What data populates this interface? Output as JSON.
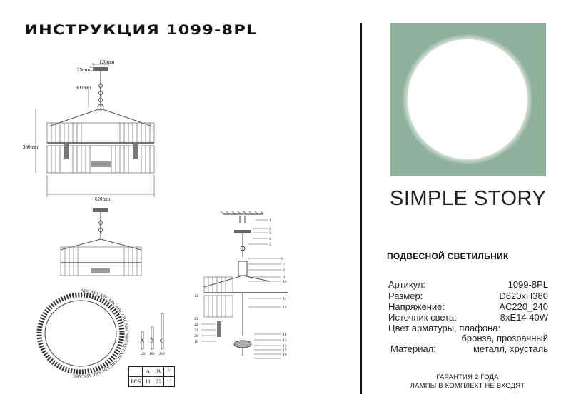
{
  "title": "ИНСТРУКЦИЯ 1099-8PL",
  "brand": {
    "name_part1": "SIMPLE",
    "name_part2": "STORY",
    "logo_bg": "#8fb09a"
  },
  "product_type": "ПОДВЕСНОЙ СВЕТИЛЬНИК",
  "specs": [
    {
      "label": "Артикул:",
      "value": "1099-8PL"
    },
    {
      "label": "Размер:",
      "value": "D620xH380"
    },
    {
      "label": "Напряжение:",
      "value": "AC220_240"
    },
    {
      "label": "Источник света:",
      "value": "8xE14 40W"
    },
    {
      "label": "Цвет арматуры, плафона:",
      "value": ""
    },
    {
      "label": "",
      "value": "бронза, прозрачный"
    },
    {
      "label": "Материал:",
      "value": "металл, хрусталь"
    }
  ],
  "footer": {
    "line1": "ГАРАНТИЯ 2 ГОДА",
    "line2": "ЛАМПЫ В КОМПЛЕКТ НЕ ВХОДЯТ"
  },
  "dims": {
    "canopy_w": "120mm",
    "canopy_h": "25mm",
    "chain": "900mm",
    "height": "380mm",
    "width": "620mm"
  },
  "crystal_labels": {
    "a": "A",
    "b": "B",
    "c": "C",
    "a_size": "120",
    "b_size": "180",
    "c_size": "250"
  },
  "pcs_table": {
    "header": [
      "",
      "A",
      "B",
      "C"
    ],
    "row": [
      "PCS",
      "11",
      "22",
      "11"
    ]
  },
  "ring_letters": "ABCABCABCABCABCABCABCABCABCABCABCABCABCABCABC",
  "parts": [
    "1",
    "2",
    "3",
    "4",
    "5",
    "6",
    "7",
    "8",
    "9",
    "10",
    "11",
    "12",
    "13",
    "14",
    "15",
    "16",
    "17",
    "18",
    "19",
    "20",
    "21",
    "22",
    "23"
  ]
}
